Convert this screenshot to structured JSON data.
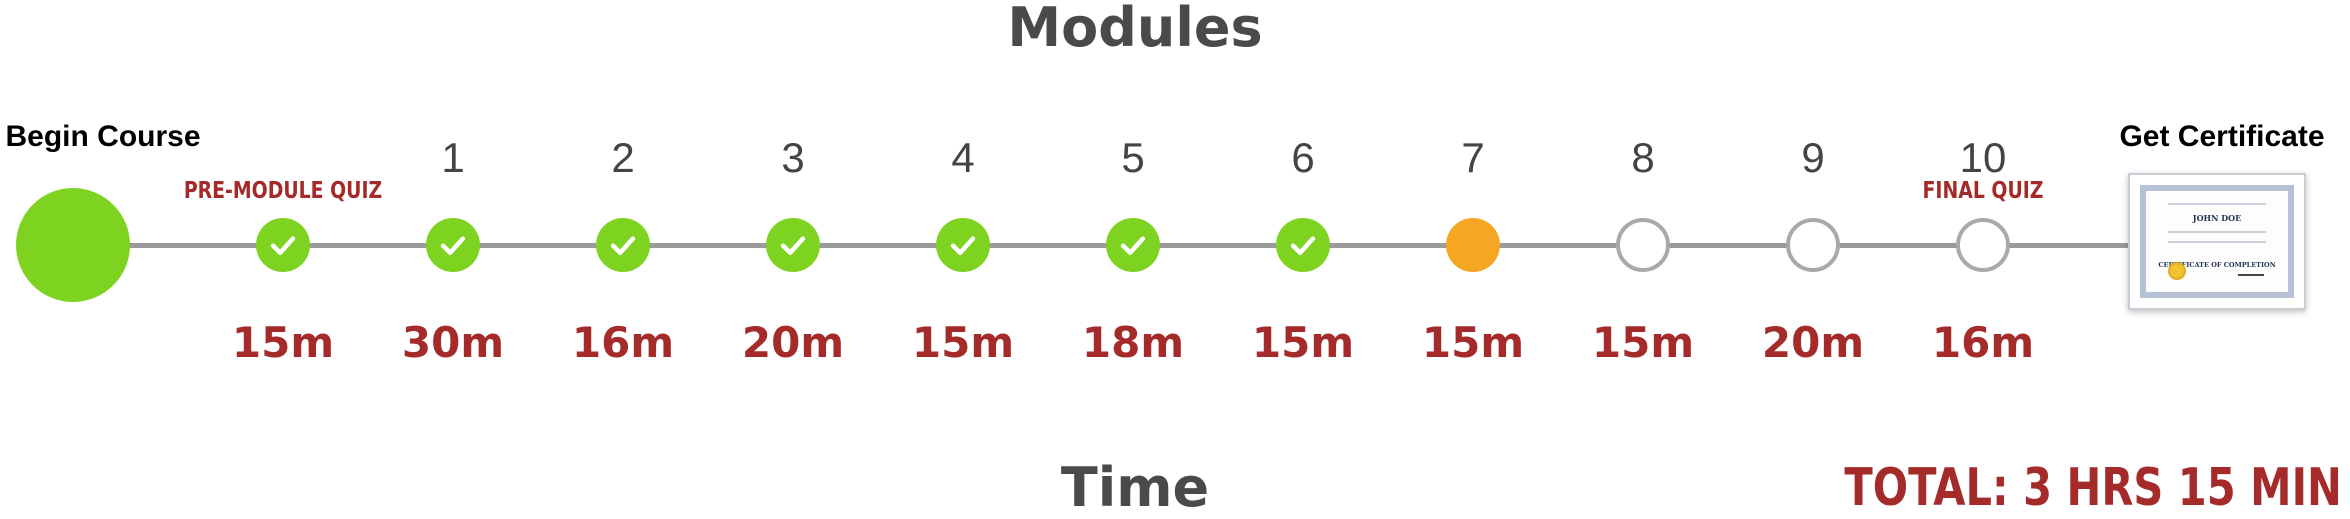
{
  "heading": "Modules",
  "begin": {
    "label": "Begin Course"
  },
  "end": {
    "label": "Get Certificate"
  },
  "certificate": {
    "name": "JOHN DOE",
    "title": "CERTIFICATE OF COMPLETION"
  },
  "colors": {
    "completed": "#7ed321",
    "current": "#f5a623",
    "upcoming_border": "#a9a9a9",
    "duration": "#a52b2b",
    "line": "#9a9a9a"
  },
  "nodes": [
    {
      "number": "",
      "quiz_label": "PRE-MODULE QUIZ",
      "status": "completed",
      "duration": "15m"
    },
    {
      "number": "1",
      "quiz_label": "",
      "status": "completed",
      "duration": "30m"
    },
    {
      "number": "2",
      "quiz_label": "",
      "status": "completed",
      "duration": "16m"
    },
    {
      "number": "3",
      "quiz_label": "",
      "status": "completed",
      "duration": "20m"
    },
    {
      "number": "4",
      "quiz_label": "",
      "status": "completed",
      "duration": "15m"
    },
    {
      "number": "5",
      "quiz_label": "",
      "status": "completed",
      "duration": "18m"
    },
    {
      "number": "6",
      "quiz_label": "",
      "status": "completed",
      "duration": "15m"
    },
    {
      "number": "7",
      "quiz_label": "",
      "status": "current",
      "duration": "15m"
    },
    {
      "number": "8",
      "quiz_label": "",
      "status": "upcoming",
      "duration": "15m"
    },
    {
      "number": "9",
      "quiz_label": "",
      "status": "upcoming",
      "duration": "20m"
    },
    {
      "number": "10",
      "quiz_label": "FINAL QUIZ",
      "status": "upcoming",
      "duration": "16m"
    }
  ],
  "time_label": "Time",
  "total": "TOTAL: 3 HRS 15 MIN"
}
